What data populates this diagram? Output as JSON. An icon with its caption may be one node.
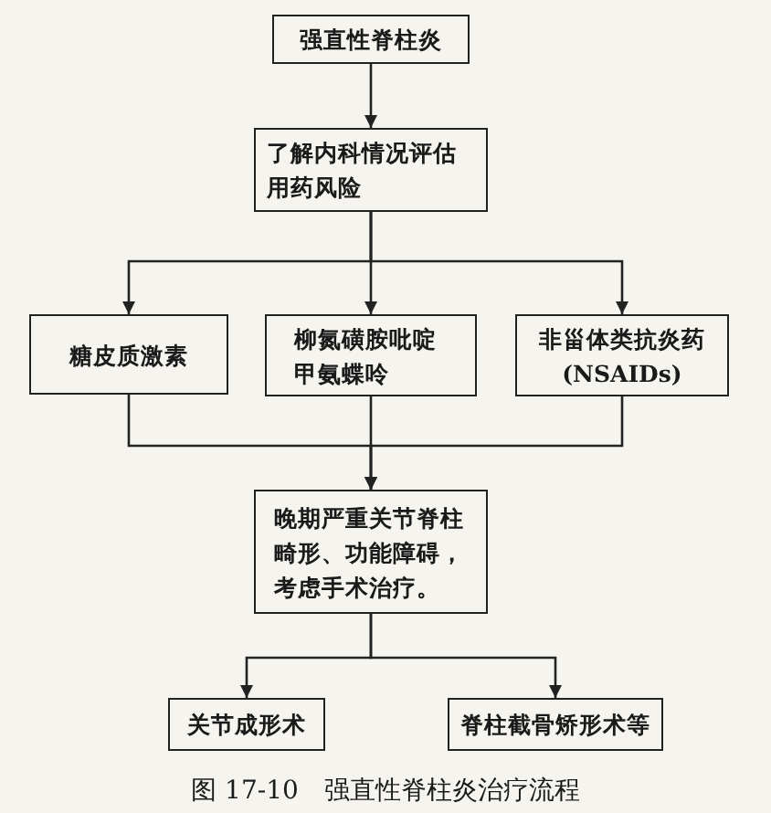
{
  "diagram": {
    "caption": "图 17-10　强直性脊柱炎治疗流程",
    "nodes": [
      {
        "text": [
          "强直性脊柱炎"
        ]
      },
      {
        "text": [
          "了解内科情况评估用药风险"
        ]
      },
      {
        "text": [
          "糖皮质激素"
        ]
      },
      {
        "text": [
          "柳氮磺胺吡啶甲氨蝶呤"
        ]
      },
      {
        "text": [
          "非甾体类抗炎药 (NSAIDs)"
        ]
      },
      {
        "text": [
          "晚期严重关节脊柱畸形、功能障碍，考虑手术治疗。"
        ]
      },
      {
        "text": [
          "关节成形术"
        ]
      },
      {
        "text": [
          "脊柱截骨矫形术等"
        ]
      }
    ],
    "edges": [
      {
        "from": 0,
        "to": 1,
        "arrow": "to"
      },
      {
        "from": 1,
        "to": 2,
        "arrow": "to"
      },
      {
        "from": 1,
        "to": 3,
        "arrow": "to"
      },
      {
        "from": 1,
        "to": 4,
        "arrow": "to"
      },
      {
        "from": 2,
        "to": 5,
        "arrow": "to"
      },
      {
        "from": 3,
        "to": 5,
        "arrow": "to"
      },
      {
        "from": 4,
        "to": 5,
        "arrow": "to"
      },
      {
        "from": 5,
        "to": 6,
        "arrow": "to"
      },
      {
        "from": 5,
        "to": 7,
        "arrow": "to"
      }
    ]
  }
}
